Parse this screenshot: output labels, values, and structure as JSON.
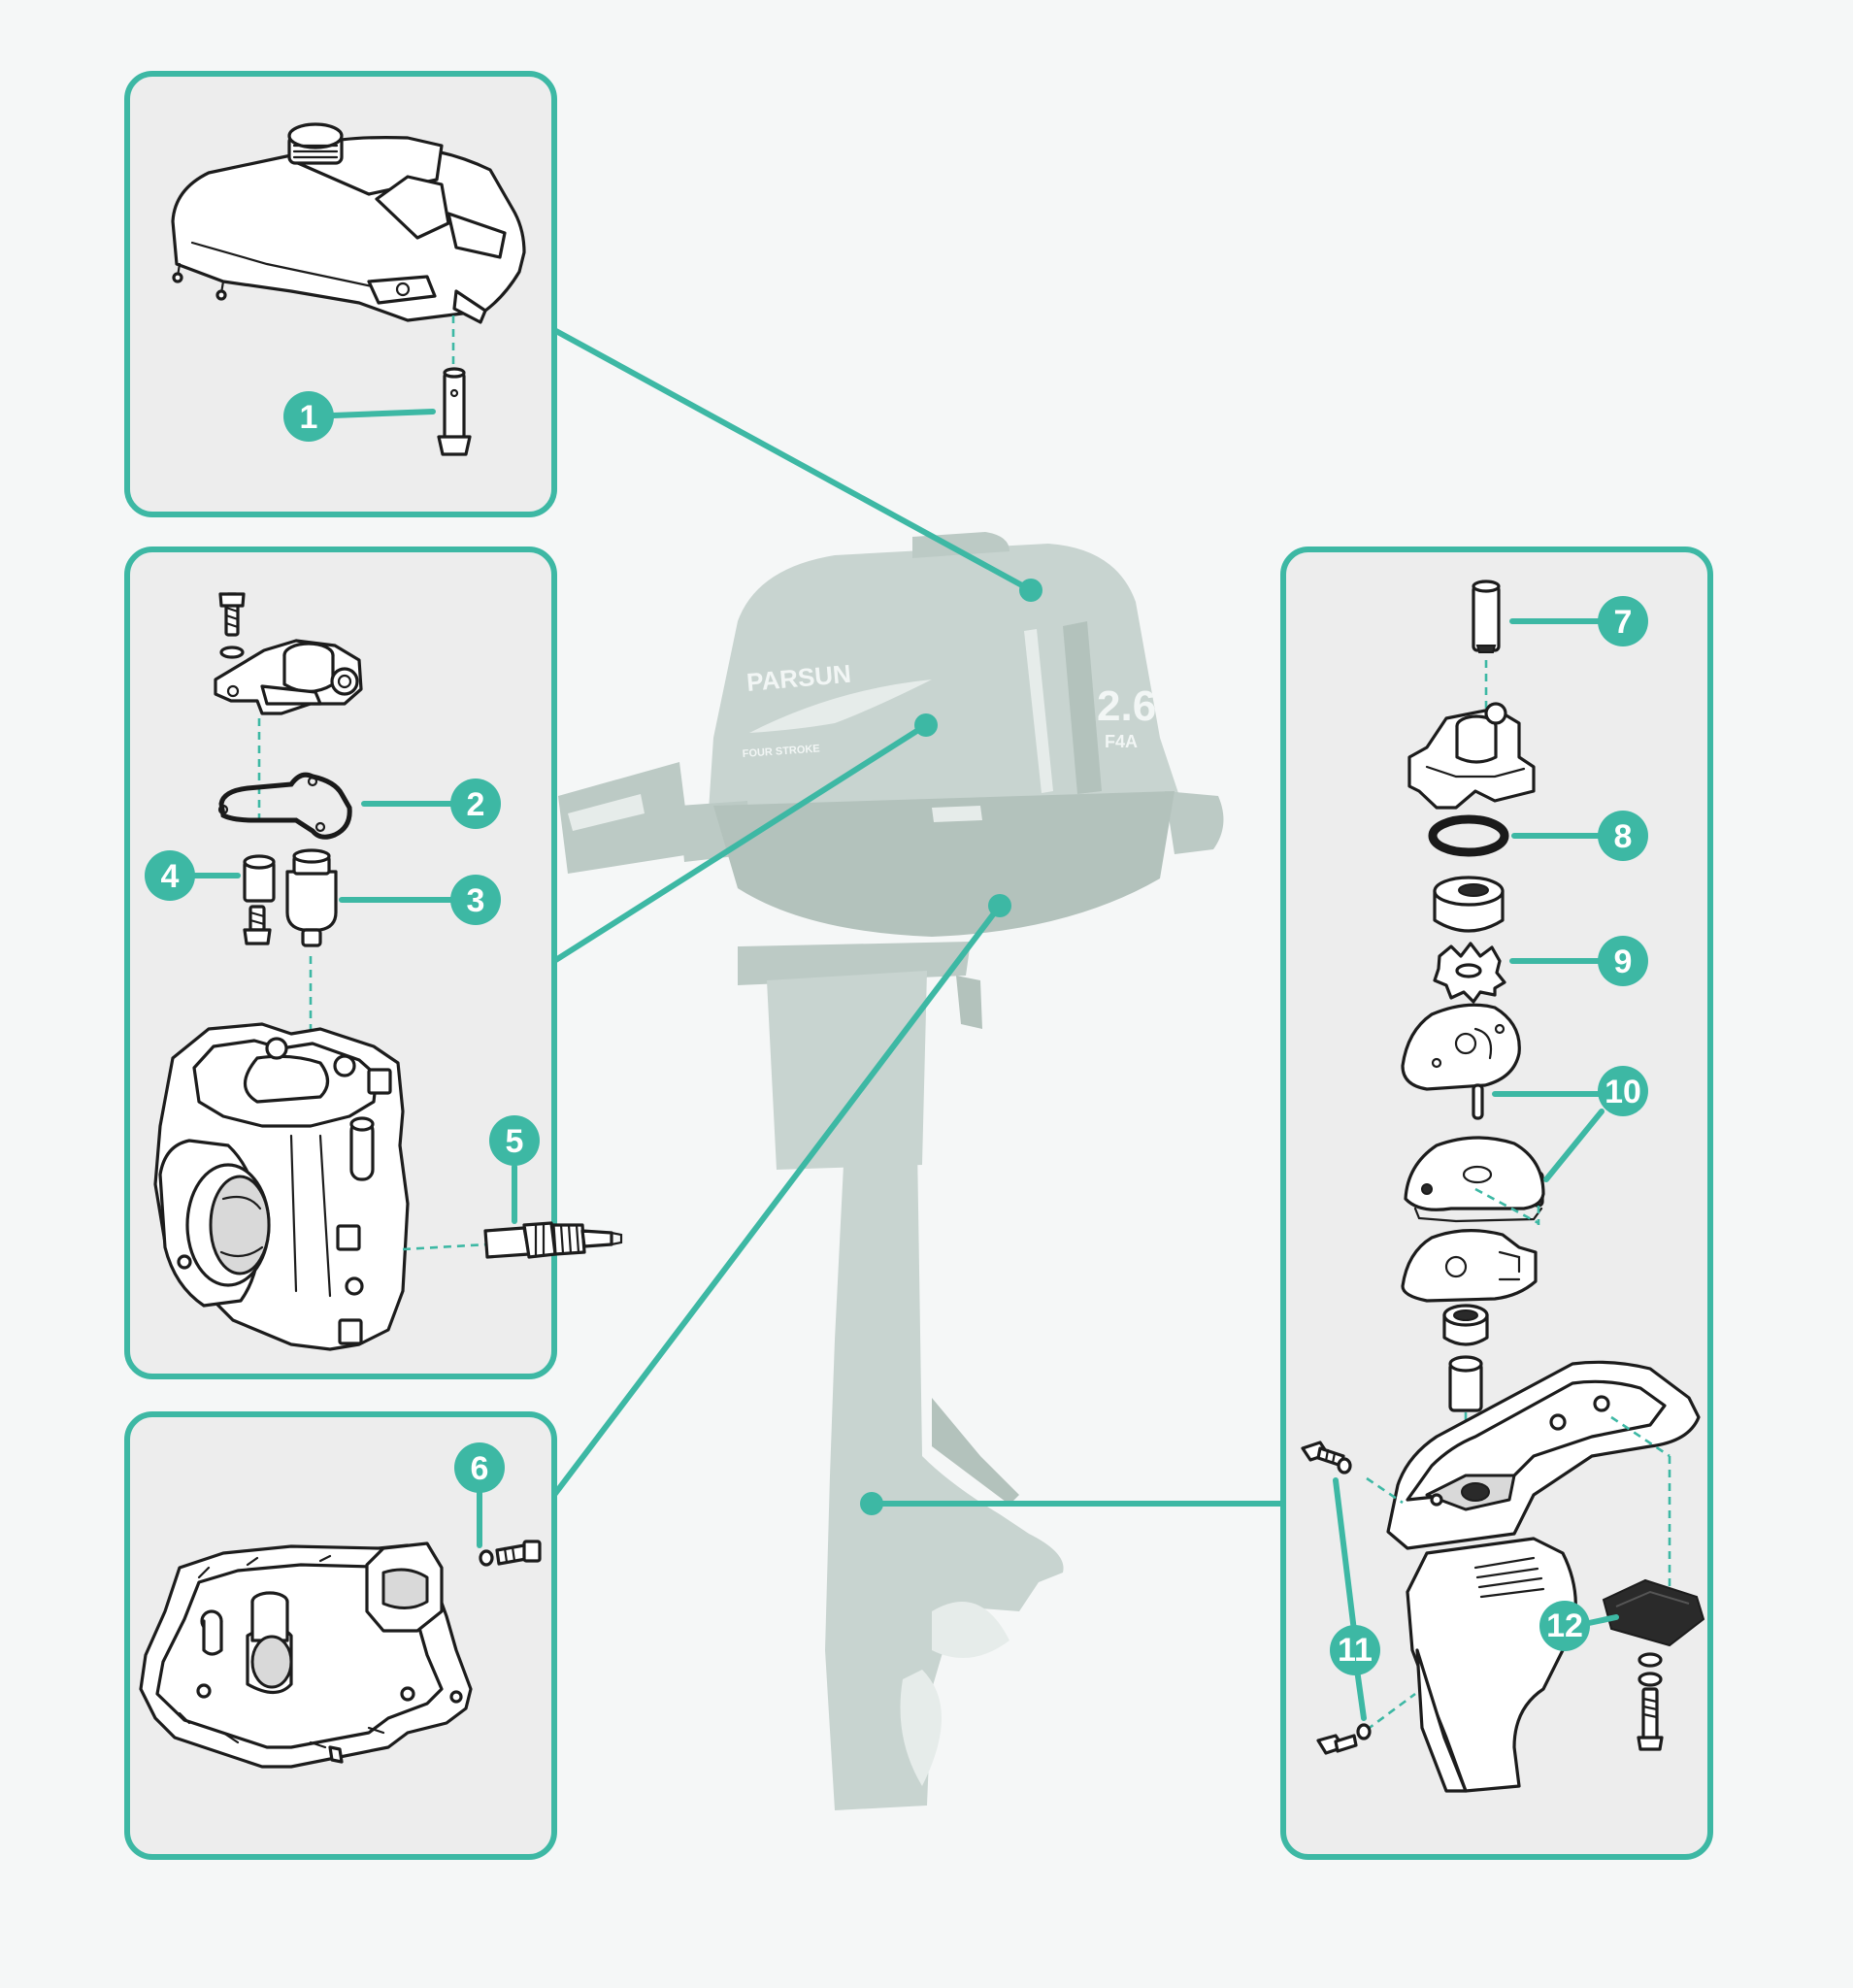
{
  "diagram": {
    "brand_logo": "PARSUN",
    "cowl_model": "2.6",
    "cowl_sub": "F4A",
    "cowl_stroke": "FOUR STROKE",
    "callouts": [
      {
        "label": "1"
      },
      {
        "label": "2"
      },
      {
        "label": "3"
      },
      {
        "label": "4"
      },
      {
        "label": "5"
      },
      {
        "label": "6"
      },
      {
        "label": "7"
      },
      {
        "label": "8"
      },
      {
        "label": "9"
      },
      {
        "label": "10"
      },
      {
        "label": "11"
      },
      {
        "label": "12"
      }
    ],
    "panels": [
      {
        "name": "fuel-cap-panel"
      },
      {
        "name": "carburetor-panel"
      },
      {
        "name": "crankcase-panel"
      },
      {
        "name": "water-pump-panel"
      }
    ],
    "colors": {
      "accent": "#3db8a4",
      "panel": "#ededed",
      "background": "#f5f7f7",
      "engine": "#c8d4d0",
      "line_art": "#1c1c1c"
    }
  }
}
